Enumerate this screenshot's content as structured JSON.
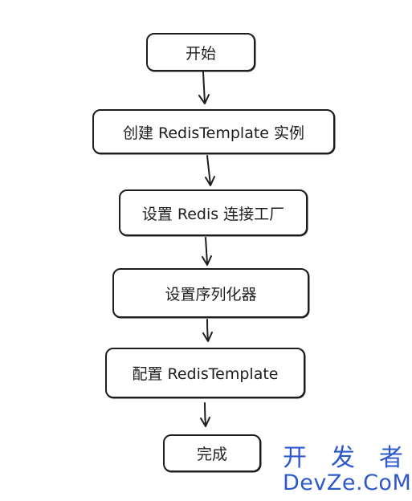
{
  "flowchart": {
    "steps": [
      "开始",
      "创建 RedisTemplate 实例",
      "设置 Redis 连接工厂",
      "设置序列化器",
      "配置 RedisTemplate",
      "完成"
    ]
  },
  "watermark": {
    "top_chars": [
      "开",
      "发",
      "者"
    ],
    "bottom_text": "DevZe.CoM"
  }
}
